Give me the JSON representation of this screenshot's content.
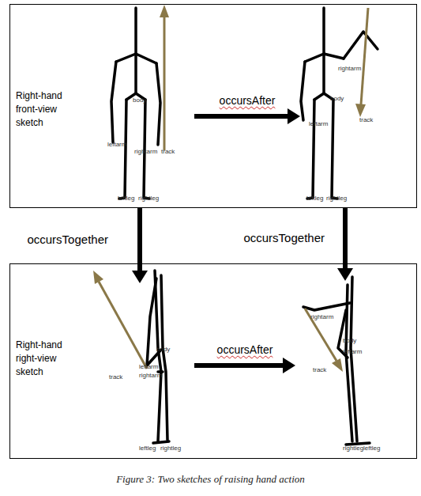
{
  "diagram": {
    "caption": "Figure 3: Two sketches of raising hand action",
    "nodes": [
      {
        "text": [
          "Right-hand front-view sketch"
        ]
      },
      {
        "text": [
          "body",
          "leftarm",
          "rightarm",
          "track",
          "leftleg",
          "rightleg"
        ],
        "in": 0
      },
      {
        "text": [
          "rightarm",
          "body",
          "leftarm",
          "track",
          "leftleg",
          "rightleg"
        ],
        "in": 0
      },
      {
        "text": [
          "Right-hand right-view sketch"
        ]
      },
      {
        "text": [
          "body",
          "leftarm",
          "rightarm",
          "track",
          "leftleg",
          "rightleg"
        ],
        "in": 3
      },
      {
        "text": [
          "rightarm",
          "body",
          "leftarm",
          "track",
          "rightleg",
          "leftleg"
        ],
        "in": 3
      }
    ],
    "edges": [
      {
        "from": 1,
        "to": 2,
        "label": "occursAfter",
        "arrow": "to"
      },
      {
        "from": 1,
        "to": 4,
        "label": "occursTogether",
        "arrow": "to"
      },
      {
        "from": 2,
        "to": 5,
        "label": "occursTogether",
        "arrow": "to"
      },
      {
        "from": 4,
        "to": 5,
        "label": "occursAfter",
        "arrow": "to"
      }
    ]
  }
}
